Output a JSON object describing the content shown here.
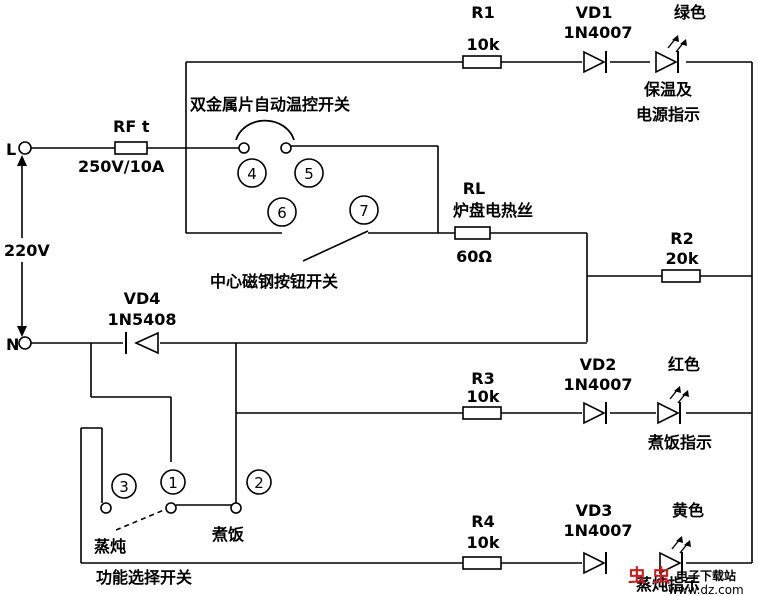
{
  "terminals": {
    "L": "L",
    "N": "N",
    "voltage": "220V"
  },
  "fuse": {
    "name": "RF t",
    "rating": "250V/10A"
  },
  "thermostat": {
    "label": "双金属片自动温控开关",
    "contacts": [
      "4",
      "5",
      "6",
      "7"
    ]
  },
  "center_switch": {
    "label": "中心磁钢按钮开关"
  },
  "heater": {
    "name": "RL",
    "label": "炉盘电热丝",
    "value": "60Ω"
  },
  "r1": {
    "name": "R1",
    "value": "10k"
  },
  "vd1": {
    "name": "VD1",
    "part": "1N4007"
  },
  "led1": {
    "color": "绿色",
    "label_line1": "保温及",
    "label_line2": "电源指示"
  },
  "r2": {
    "name": "R2",
    "value": "20k"
  },
  "vd4": {
    "name": "VD4",
    "part": "1N5408"
  },
  "r3": {
    "name": "R3",
    "value": "10k"
  },
  "vd2": {
    "name": "VD2",
    "part": "1N4007"
  },
  "led2": {
    "color": "红色",
    "label": "煮饭指示"
  },
  "r4": {
    "name": "R4",
    "value": "10k"
  },
  "vd3": {
    "name": "VD3",
    "part": "1N4007"
  },
  "led3": {
    "color": "黄色",
    "label": "蒸炖指示"
  },
  "function_switch": {
    "label": "功能选择开关",
    "contacts": [
      "1",
      "2",
      "3"
    ],
    "pos_stew": "蒸炖",
    "pos_cook": "煮饭"
  },
  "watermark": {
    "site": "电子下载站",
    "url": "www.dz.com"
  }
}
